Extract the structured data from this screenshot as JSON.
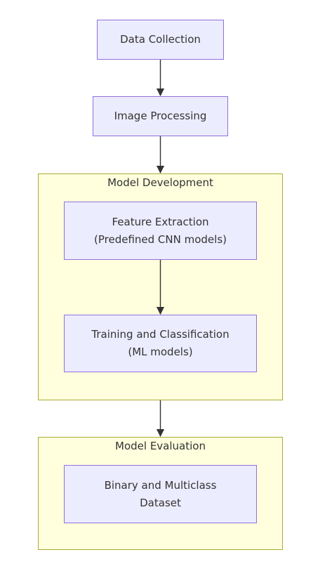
{
  "nodes": {
    "data_collection": {
      "label": "Data Collection"
    },
    "image_processing": {
      "label": "Image Processing"
    },
    "feature_extraction": {
      "line1": "Feature Extraction",
      "line2": "(Predefined CNN models)"
    },
    "training_classification": {
      "line1": "Training and Classification",
      "line2": "(ML models)"
    },
    "binary_multiclass": {
      "line1": "Binary and Multiclass",
      "line2": "Dataset"
    }
  },
  "clusters": {
    "model_development": {
      "label": "Model Development"
    },
    "model_evaluation": {
      "label": "Model Evaluation"
    }
  },
  "edges": [
    {
      "from": "Data Collection",
      "to": "Image Processing"
    },
    {
      "from": "Image Processing",
      "to": "Model Development"
    },
    {
      "from": "Feature Extraction",
      "to": "Training and Classification"
    },
    {
      "from": "Model Development",
      "to": "Model Evaluation"
    }
  ],
  "colors": {
    "node_fill": "#ececff",
    "node_stroke": "#9370db",
    "cluster_fill": "#ffffde",
    "cluster_stroke": "#aaaa33",
    "edge": "#333333",
    "text": "#333333"
  }
}
